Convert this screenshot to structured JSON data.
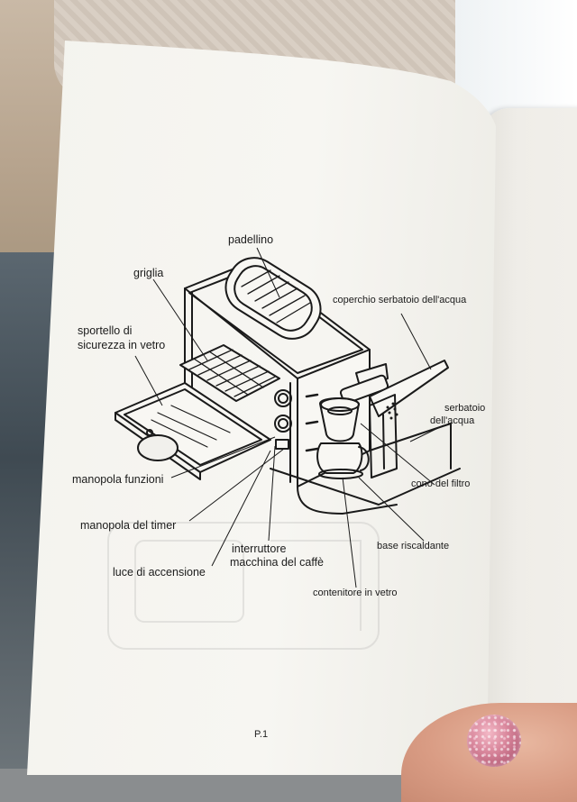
{
  "manual": {
    "labels": {
      "padellino": "padellino",
      "griglia": "griglia",
      "sportello_line1": "sportello di",
      "sportello_line2": "sicurezza in vetro",
      "coperchio": "coperchio serbatoio dell'acqua",
      "serbatoio_line1": "serbatoio",
      "serbatoio_line2": "dell'acqua",
      "manopola_funzioni": "manopola funzioni",
      "cono_filtro": "cono del filtro",
      "manopola_timer": "manopola del timer",
      "base_riscaldante": "base riscaldante",
      "interruttore_line1": "interruttore",
      "interruttore_line2": "macchina del caffè",
      "luce_accensione": "luce di accensione",
      "contenitore_vetro": "contenitore in vetro"
    },
    "page_number": "P.1"
  }
}
